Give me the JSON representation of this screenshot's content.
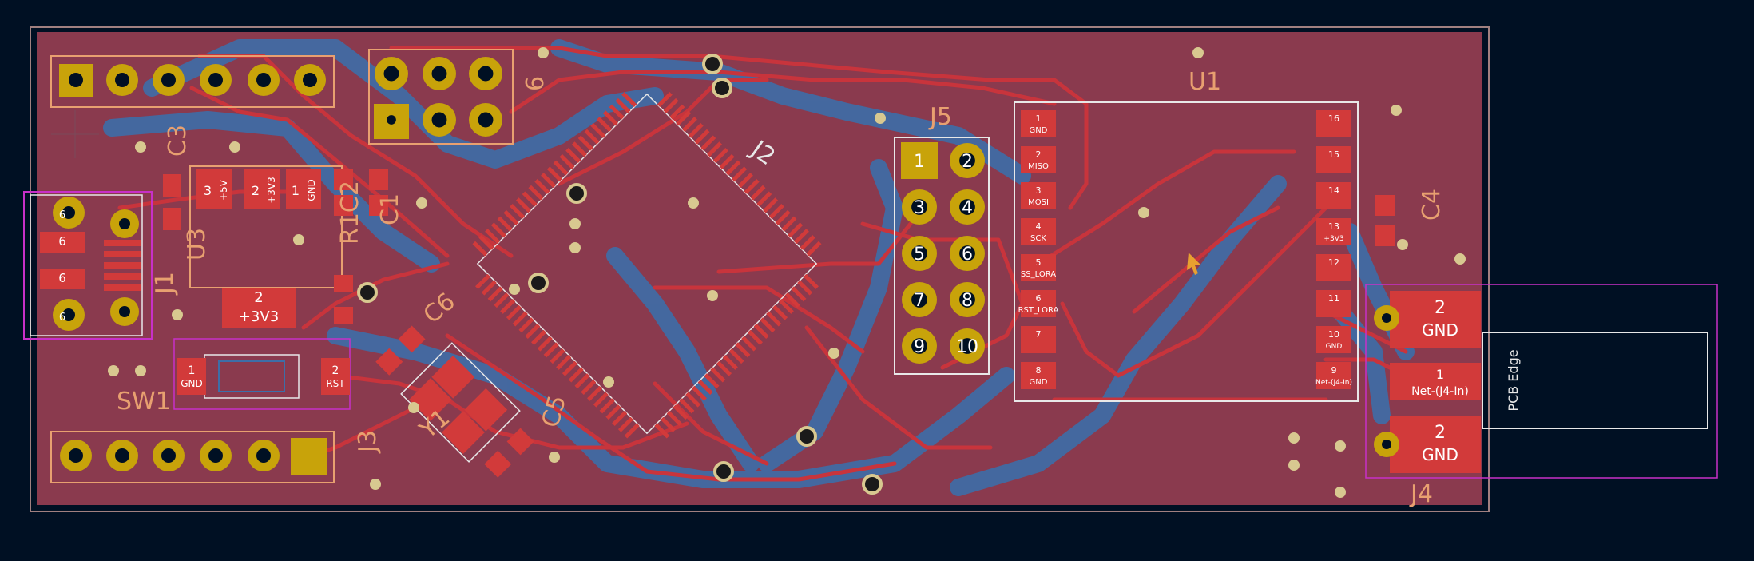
{
  "colors": {
    "background": "#001023",
    "board_fill": "#8a3a4e",
    "copper_front": "#c8343c",
    "copper_back": "#3d6ea8",
    "silk": "#e8a070",
    "pad_gold": "#c8a30a",
    "pad_red": "#d23a3a",
    "via": "#d8c890",
    "courtyard": "#c830c8",
    "fab_white": "#e8e8e8"
  },
  "icons": [
    "via-marker",
    "cursor-arrow-icon",
    "crosshair-icon"
  ],
  "refs": {
    "u1": "U1",
    "j5": "J5",
    "j2": "J2",
    "c3": "C3",
    "c4": "C4",
    "c5": "C5",
    "c6": "C6",
    "u3": "U3",
    "r1c2": "R1C2",
    "c1": "C1",
    "j1": "J1",
    "sw1": "SW1",
    "y1": "Y1",
    "j3": "J3",
    "j4": "J4",
    "j6_fragment": "6"
  },
  "pads": {
    "gnd": "GND",
    "plus5v": "+5V",
    "plus3v3": "+3V3",
    "miso": "MISO",
    "mosi": "MOSI",
    "sck": "SCK",
    "rst": "RST",
    "ss_lora": "SS_LORA",
    "rst_lora": "RST_LORA",
    "net_j4_in": "Net-(J4-In)",
    "num1": "1",
    "num2": "2",
    "num3": "3",
    "num4": "4",
    "num5": "5",
    "num6": "6",
    "num7": "7",
    "num8": "8",
    "num9": "9",
    "num10": "10",
    "num11": "11",
    "num12": "12",
    "num13": "13",
    "num14": "14",
    "num15": "15",
    "num16": "16"
  },
  "pcb_edge_label": "PCB Edge"
}
